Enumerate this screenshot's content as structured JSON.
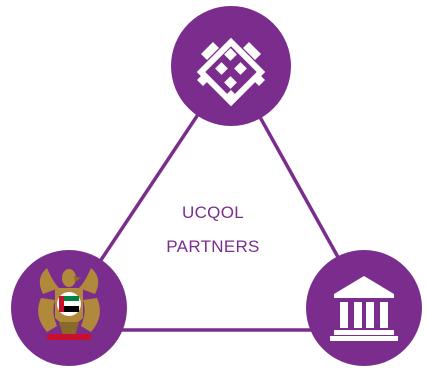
{
  "center_label": {
    "line1": "UCQOL",
    "line2": "PARTNERS"
  },
  "nodes": [
    {
      "id": "top",
      "icon": "geometric-logo-icon"
    },
    {
      "id": "bottom-left",
      "icon": "uae-falcon-emblem-icon"
    },
    {
      "id": "bottom-right",
      "icon": "government-building-icon"
    }
  ],
  "colors": {
    "primary_purple": "#7b2d8e",
    "light_purple": "#a569b8",
    "white": "#ffffff",
    "gold": "#b0893b",
    "flag_red": "#c8102e",
    "flag_green": "#00843d",
    "flag_black": "#000000"
  }
}
